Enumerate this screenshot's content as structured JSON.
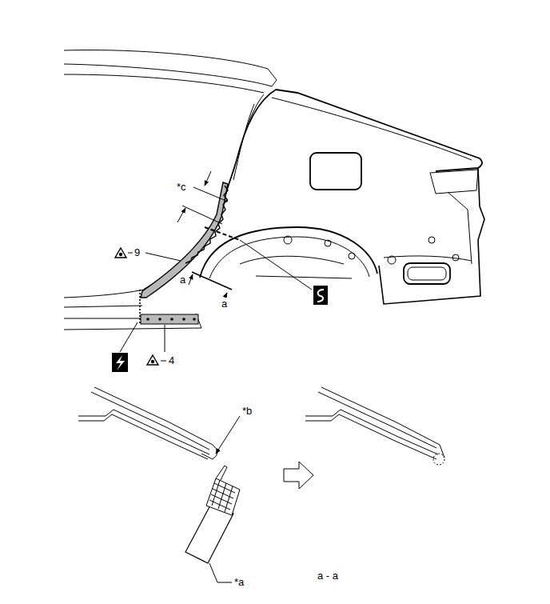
{
  "diagram": {
    "labels": [
      "*c",
      "9",
      "a",
      "a",
      "4",
      "*b",
      "*a",
      "a - a"
    ]
  }
}
